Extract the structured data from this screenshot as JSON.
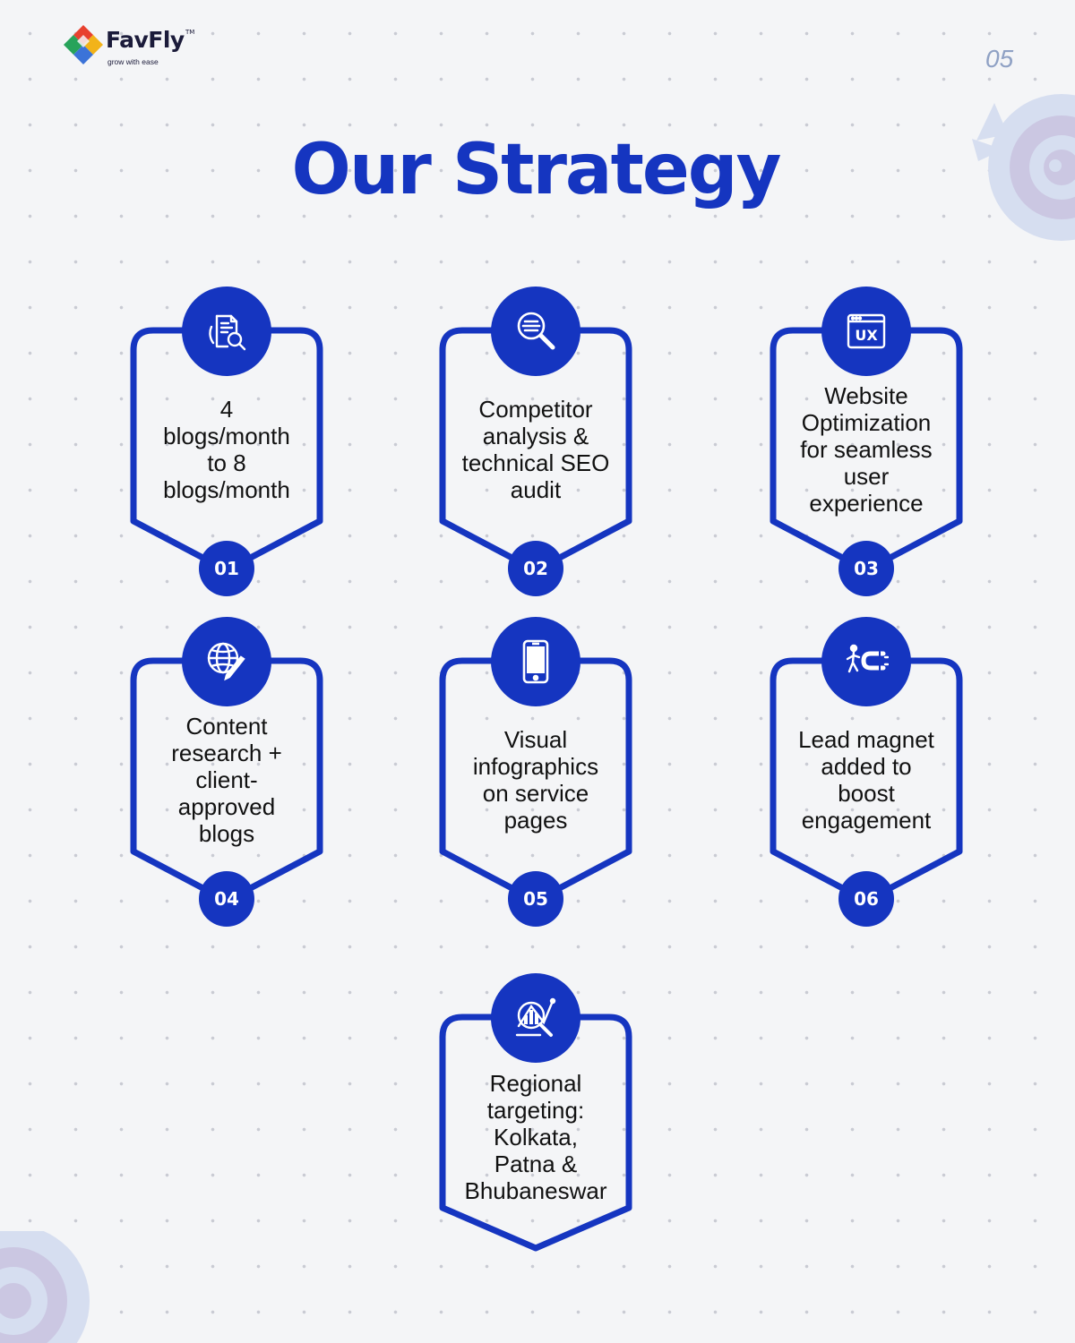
{
  "brand": {
    "name": "FavFly",
    "trademark": "TM",
    "tagline": "grow with ease"
  },
  "page_number": "05",
  "title": "Our Strategy",
  "colors": {
    "primary": "#1535c0",
    "text": "#111111",
    "page_number": "#8fa1c4",
    "background": "#f4f5f7"
  },
  "strategies": [
    {
      "number": "01",
      "icon": "blog-search-icon",
      "text": "4\nblogs/month\nto  8\nblogs/month"
    },
    {
      "number": "02",
      "icon": "competitor-analysis-icon",
      "text": "Competitor\nanalysis &\ntechnical SEO\naudit"
    },
    {
      "number": "03",
      "icon": "ux-icon",
      "text": "Website\nOptimization\nfor seamless\nuser\nexperience"
    },
    {
      "number": "04",
      "icon": "globe-pen-icon",
      "text": "Content\nresearch +\nclient-\napproved\nblogs"
    },
    {
      "number": "05",
      "icon": "smartphone-icon",
      "text": "Visual\ninfographics\non service\npages"
    },
    {
      "number": "06",
      "icon": "magnet-icon",
      "text": "Lead magnet\nadded to\nboost\nengagement"
    },
    {
      "icon": "regional-analytics-icon",
      "text": "Regional\ntargeting:\nKolkata,\nPatna &\nBhubaneswar"
    }
  ]
}
